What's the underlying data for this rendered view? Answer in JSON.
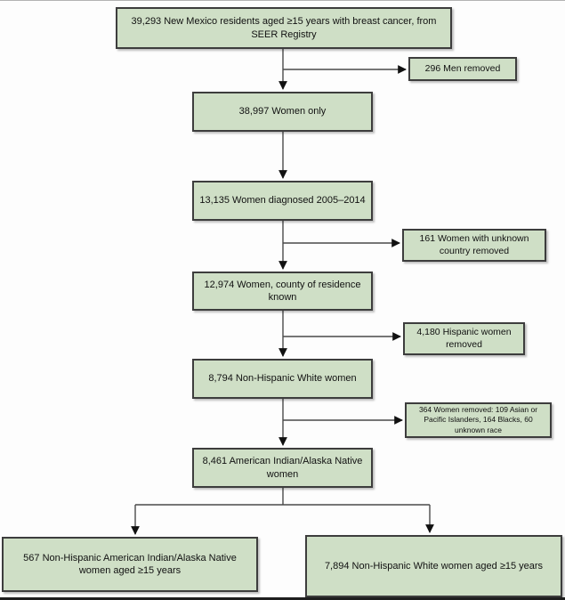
{
  "diagram": {
    "title": "Breast cancer cohort selection flowchart, New Mexico SEER Registry",
    "colors": {
      "background": "#fdfdfd",
      "box_fill": "#cfdfc6",
      "box_border": "#3d3d3d",
      "line_color": "#4a4a4a",
      "arrow_color": "#111111",
      "frame_color": "#1e1e1e"
    },
    "nodes": {
      "seer": {
        "text": "39,293 New Mexico residents aged ≥15 years with breast cancer, from SEER Registry"
      },
      "men_removed": {
        "text": "296 Men removed"
      },
      "women_only": {
        "text": "38,997 Women only"
      },
      "diagnosed": {
        "text": "13,135 Women diagnosed 2005–2014"
      },
      "unknown_country": {
        "text": "161 Women with unknown country removed"
      },
      "county_known": {
        "text": "12,974 Women, county of residence known"
      },
      "hispanic_removed": {
        "text": "4,180 Hispanic women removed"
      },
      "nhw": {
        "text": "8,794 Non-Hispanic White women"
      },
      "race_removed": {
        "text": "364 Women removed: 109 Asian or Pacific Islanders, 164 Blacks, 60 unknown race"
      },
      "aian": {
        "text": "8,461 American Indian/Alaska Native women"
      },
      "final_aian": {
        "text": "567 Non-Hispanic American Indian/Alaska Native women aged ≥15 years"
      },
      "final_nhw": {
        "text": "7,894 Non-Hispanic White women aged ≥15 years"
      }
    }
  }
}
